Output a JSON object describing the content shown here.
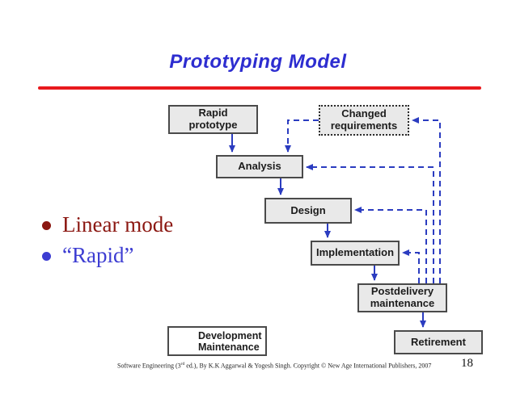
{
  "slide": {
    "title": "Prototyping Model",
    "bullets": [
      {
        "text": "Linear mode"
      },
      {
        "text": "“Rapid”"
      }
    ],
    "diagram": {
      "nodes": {
        "rapid_prototype": "Rapid prototype",
        "changed_requirements": "Changed requirements",
        "analysis": "Analysis",
        "design": "Design",
        "implementation": "Implementation",
        "postdelivery_maintenance": "Postdelivery maintenance",
        "retirement": "Retirement"
      },
      "legend": {
        "development": "Development",
        "maintenance": "Maintenance"
      }
    },
    "footer": {
      "text_pre": "Software Engineering (3",
      "text_sup": "rd",
      "text_post": " ed.), By K.K Aggarwal & Yogesh Singh. Copyright © New Age International Publishers, 2007",
      "page": "18"
    },
    "colors": {
      "title_blue": "#2d2dd0",
      "rule_red": "#e8191d",
      "arrow_blue": "#2b3cc0",
      "box_fill": "#e9e9e9",
      "box_border": "#4a4a4a",
      "bullet1_red": "#8b1711",
      "bullet2_blue": "#3d3dd2"
    }
  }
}
